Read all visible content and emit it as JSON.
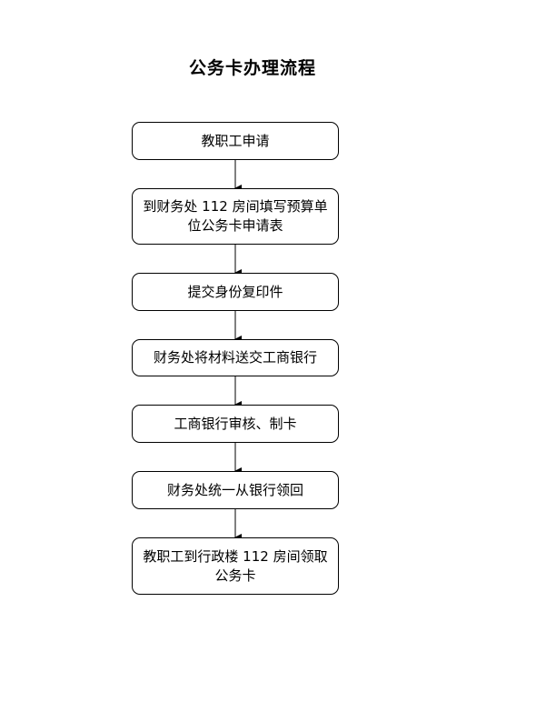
{
  "title": "公务卡办理流程",
  "steps": [
    {
      "id": "step-1",
      "text": "教职工申请"
    },
    {
      "id": "step-2",
      "text": "到财务处 112 房间填写预算单位公务卡申请表"
    },
    {
      "id": "step-3",
      "text": "提交身份复印件"
    },
    {
      "id": "step-4",
      "text": "财务处将材料送交工商银行"
    },
    {
      "id": "step-5",
      "text": "工商银行审核、制卡"
    },
    {
      "id": "step-6",
      "text": "财务处统一从银行领回"
    },
    {
      "id": "step-7",
      "text": "教职工到行政楼 112 房间领取公务卡"
    }
  ]
}
